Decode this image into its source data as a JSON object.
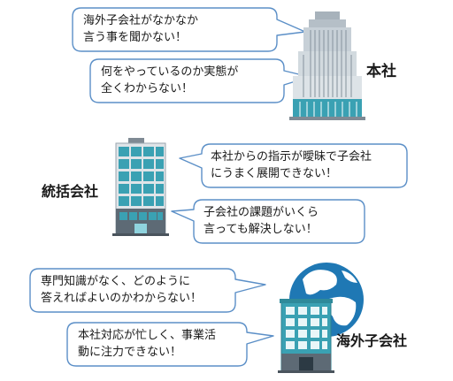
{
  "labels": {
    "headquarters": "本社",
    "regional": "統括会社",
    "overseas": "海外子会社"
  },
  "bubbles": {
    "hq_1": {
      "line1": "海外子会社がなかなか",
      "line2": "言う事を聞かない！"
    },
    "hq_2": {
      "line1": "何をやっているのか実態が",
      "line2": "全くわからない！"
    },
    "reg_1": {
      "line1": "本社からの指示が曖昧で子会社",
      "line2": "にうまく展開できない！"
    },
    "reg_2": {
      "line1": "子会社の課題がいくら",
      "line2": "言っても解決しない！"
    },
    "ovs_1": {
      "line1": "専門知識がなく、どのように",
      "line2": "答えればよいのかわからない！"
    },
    "ovs_2": {
      "line1": "本社対応が忙しく、事業活",
      "line2": "動に注力できない！"
    }
  },
  "colors": {
    "bubble_stroke": "#5b8fc7",
    "building_teal": "#3aa1b3",
    "building_gray": "#7f8a94",
    "globe_blue": "#1f78b4"
  }
}
